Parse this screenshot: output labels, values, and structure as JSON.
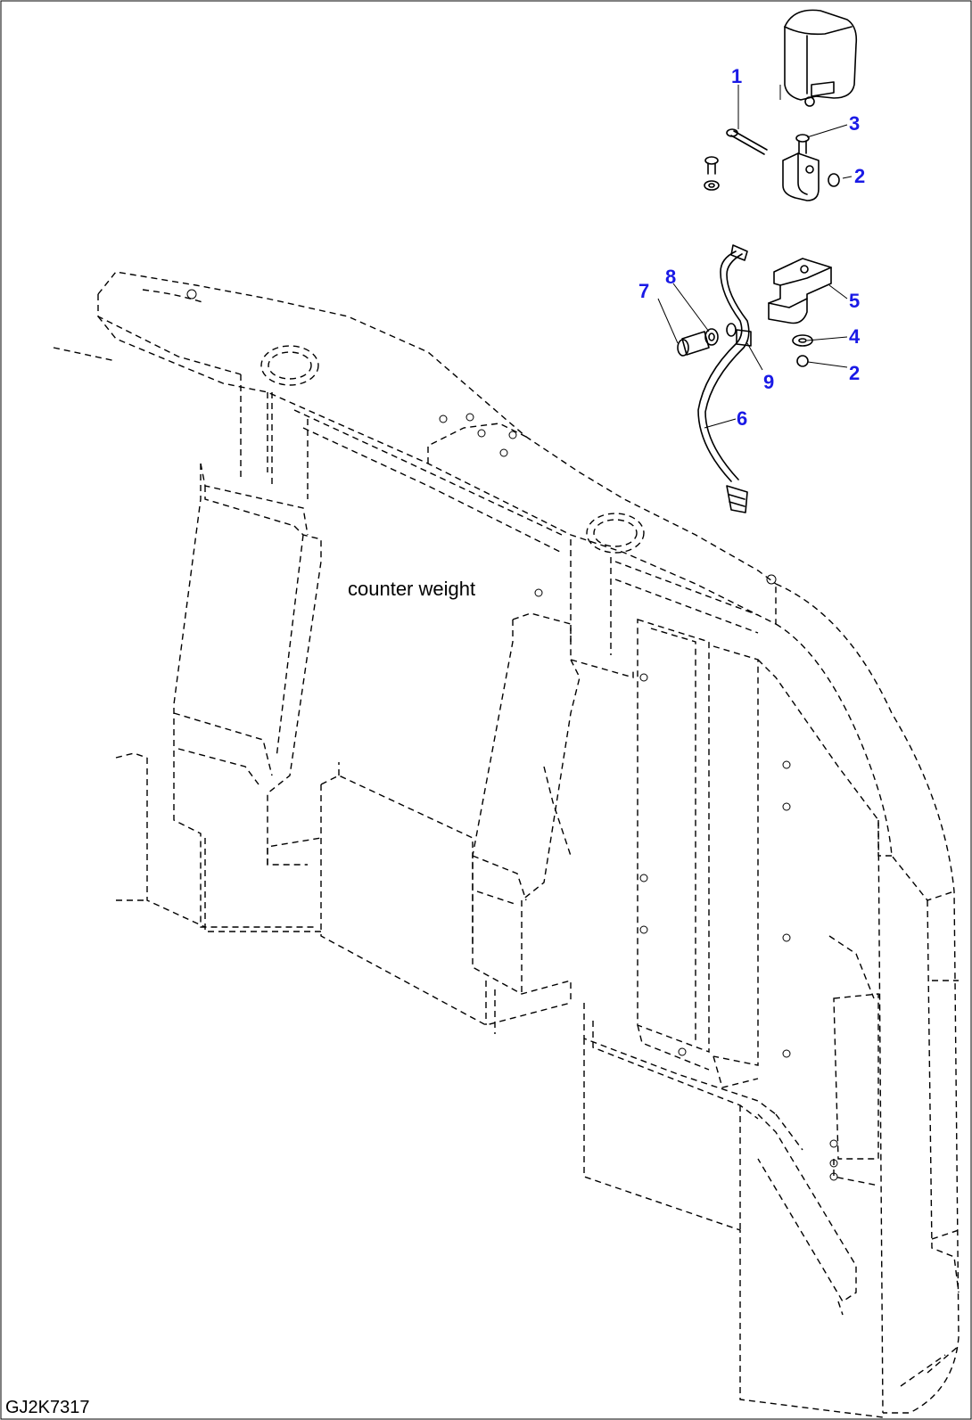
{
  "diagram": {
    "label_counter_weight": "counter weight",
    "drawing_code": "GJ2K7317",
    "callouts": [
      "1",
      "2",
      "3",
      "4",
      "5",
      "6",
      "7",
      "8",
      "9"
    ],
    "callout_color": "#1a1ae6",
    "line_color": "#000000"
  }
}
